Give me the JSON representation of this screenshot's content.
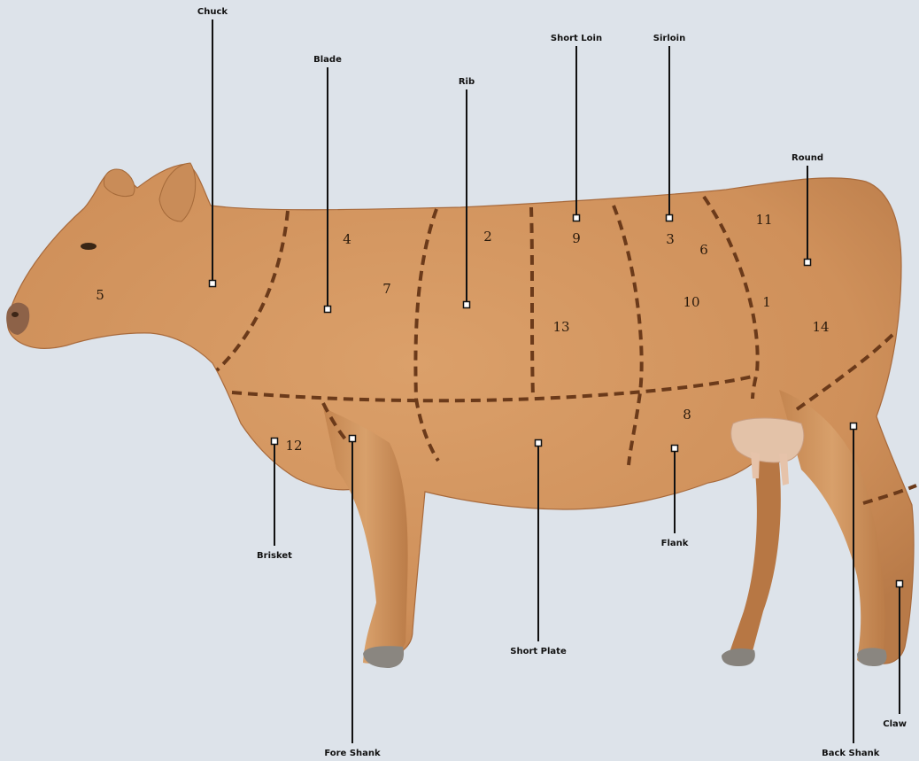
{
  "diagram": {
    "callouts": [
      {
        "id": "chuck",
        "label": "Chuck"
      },
      {
        "id": "blade",
        "label": "Blade"
      },
      {
        "id": "rib",
        "label": "Rib"
      },
      {
        "id": "short-loin",
        "label": "Short Loin"
      },
      {
        "id": "sirloin",
        "label": "Sirloin"
      },
      {
        "id": "round",
        "label": "Round"
      },
      {
        "id": "brisket",
        "label": "Brisket"
      },
      {
        "id": "fore-shank",
        "label": "Fore Shank"
      },
      {
        "id": "short-plate",
        "label": "Short Plate"
      },
      {
        "id": "flank",
        "label": "Flank"
      },
      {
        "id": "back-shank",
        "label": "Back Shank"
      },
      {
        "id": "claw",
        "label": "Claw"
      }
    ],
    "cut_numbers": [
      "1",
      "2",
      "3",
      "4",
      "5",
      "6",
      "7",
      "8",
      "9",
      "10",
      "11",
      "12",
      "13",
      "14"
    ],
    "colors": {
      "background": "#dde3ea",
      "hide": "#d2955f",
      "hide_shadow": "#b9784a",
      "cut_line": "#6b3a1a",
      "leader": "#111111"
    }
  }
}
